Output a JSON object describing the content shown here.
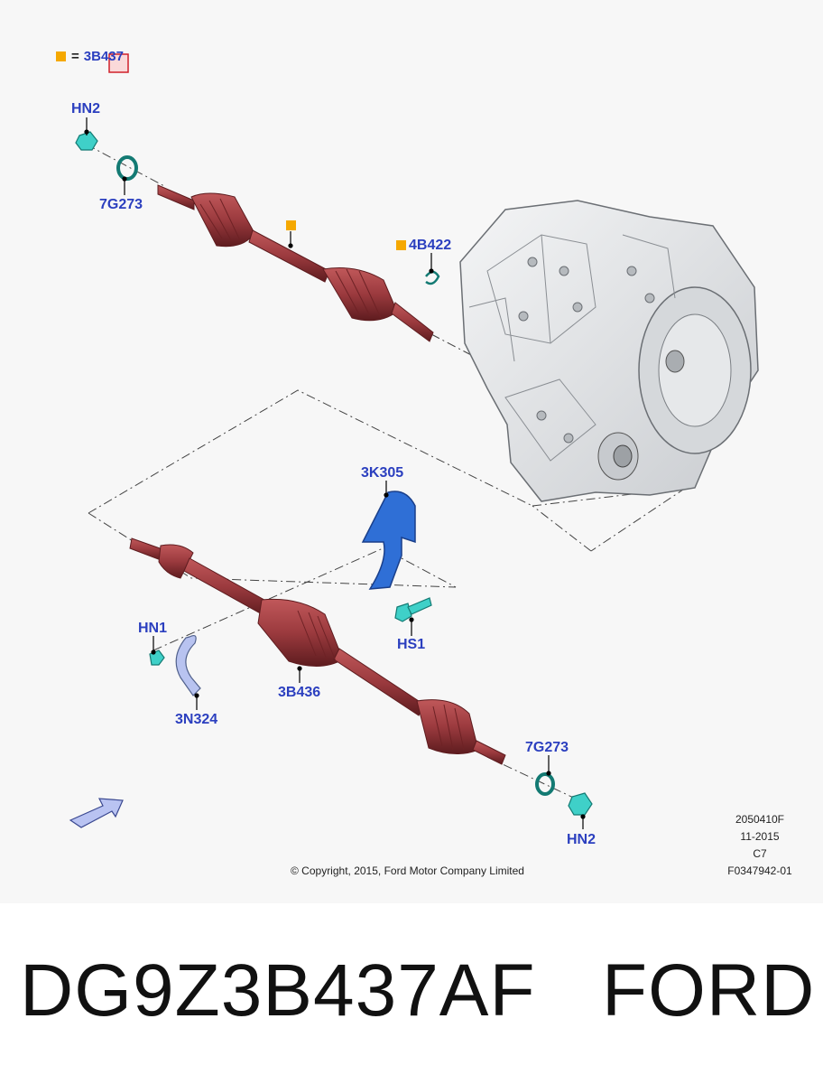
{
  "legend": {
    "symbol": "=",
    "part": "3B437"
  },
  "callouts": {
    "hn2_top": "HN2",
    "seal_top": "7G273",
    "clip": "4B422",
    "bracket_cover": "3K305",
    "bolt": "HS1",
    "nut": "HN1",
    "strap": "3N324",
    "front_shaft": "3B436",
    "seal_bottom": "7G273",
    "hn2_bottom": "HN2"
  },
  "meta": {
    "code": "2050410F",
    "date": "11-2015",
    "rev": "C7",
    "ref": "F0347942-01",
    "copyright": "© Copyright, 2015, Ford Motor Company Limited"
  },
  "product": {
    "part_number": "DG9Z3B437AF",
    "brand": "FORD"
  },
  "colors": {
    "shaft": "#9b3a3e",
    "shaft_dark": "#6e2225",
    "callout_text": "#2b3fbf",
    "fastener": "#3fd0c8",
    "bracket": "#2f6fd6",
    "legend_marker": "#f5a800",
    "transmission": "#e2e4e6"
  }
}
